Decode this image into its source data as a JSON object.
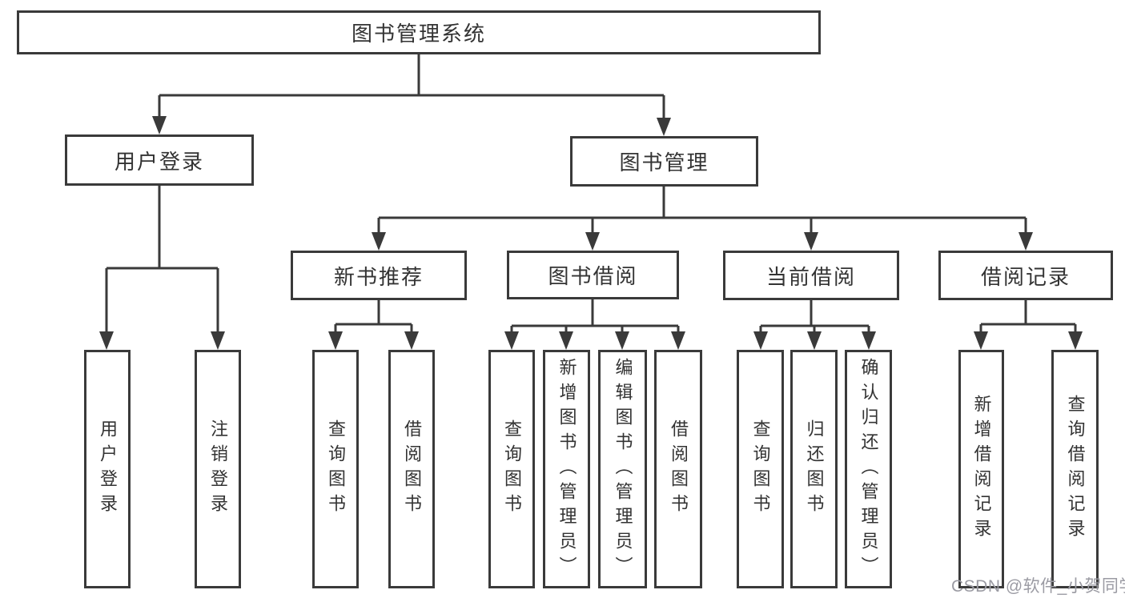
{
  "tree": {
    "label": "图书管理系统",
    "children": [
      {
        "label": "用户登录",
        "children": [
          {
            "label": "用户登录"
          },
          {
            "label": "注销登录"
          }
        ]
      },
      {
        "label": "图书管理",
        "children": [
          {
            "label": "新书推荐",
            "children": [
              {
                "label": "查询图书"
              },
              {
                "label": "借阅图书"
              }
            ]
          },
          {
            "label": "图书借阅",
            "children": [
              {
                "label": "查询图书"
              },
              {
                "label": "新增图书（管理员）"
              },
              {
                "label": "编辑图书（管理员）"
              },
              {
                "label": "借阅图书"
              }
            ]
          },
          {
            "label": "当前借阅",
            "children": [
              {
                "label": "查询图书"
              },
              {
                "label": "归还图书"
              },
              {
                "label": "确认归还（管理员）"
              }
            ]
          },
          {
            "label": "借阅记录",
            "children": [
              {
                "label": "新增借阅记录"
              },
              {
                "label": "查询借阅记录"
              }
            ]
          }
        ]
      }
    ]
  },
  "watermark": {
    "text": "CSDN @软件_小贺同学"
  },
  "colors": {
    "line": "#3a3a3a",
    "box_border": "#3a3a3a",
    "text": "#333333",
    "watermark": "#9b9ba3",
    "background": "#ffffff"
  }
}
